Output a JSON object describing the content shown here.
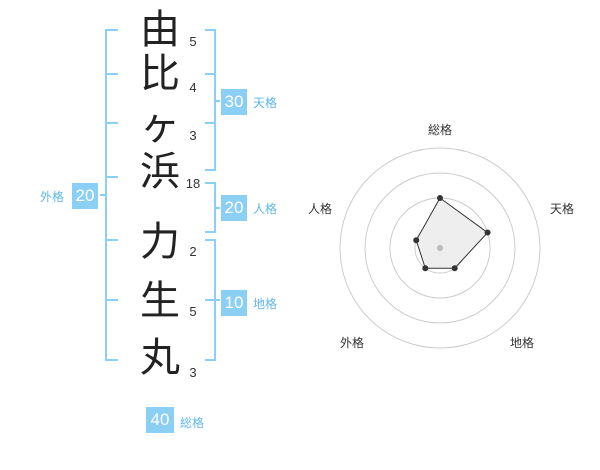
{
  "name": {
    "chars": [
      {
        "char": "由",
        "strokes": "5"
      },
      {
        "char": "比",
        "strokes": "4"
      },
      {
        "char": "ヶ",
        "strokes": "3"
      },
      {
        "char": "浜",
        "strokes": "18"
      },
      {
        "char": "力",
        "strokes": "2"
      },
      {
        "char": "生",
        "strokes": "5"
      },
      {
        "char": "丸",
        "strokes": "3"
      }
    ]
  },
  "kakusu": {
    "tenkaku": {
      "value": "30",
      "label": "天格"
    },
    "jinkaku": {
      "value": "20",
      "label": "人格"
    },
    "chikaku": {
      "value": "10",
      "label": "地格"
    },
    "gaikaku": {
      "value": "20",
      "label": "外格"
    },
    "soukaku": {
      "value": "40",
      "label": "総格"
    }
  },
  "radar": {
    "axes": [
      "総格",
      "天格",
      "地格",
      "外格",
      "人格"
    ],
    "levels": 4,
    "values": [
      2,
      2,
      1,
      1,
      1
    ],
    "max": 4,
    "colors": {
      "grid": "#cccccc",
      "line": "#333333",
      "fill": "#eeeeee",
      "center": "#bbbbbb"
    }
  },
  "colors": {
    "accent": "#8ccff5",
    "accent_text": "#5eb7ea",
    "bracket": "#8ccff5"
  }
}
